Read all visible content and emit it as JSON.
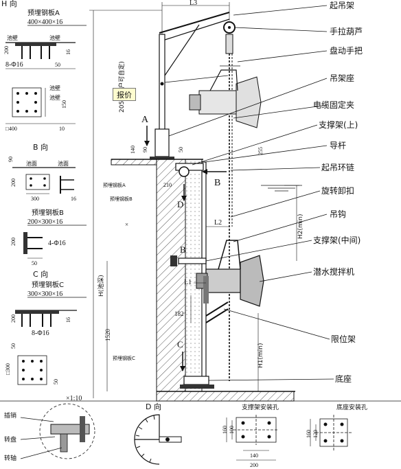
{
  "page_corner": "H 向",
  "button": {
    "price": "报价"
  },
  "component_labels": {
    "crane_frame": "起吊架",
    "hand_hoist": "手拉葫芦",
    "hand_wheel": "盘动手把",
    "crane_base": "吊架座",
    "cable_clamp": "电缆固定夹",
    "support_upper": "支撑架(上)",
    "guide_rod": "导杆",
    "lifting_chain": "起吊环链",
    "swivel_shackle": "旋转卸扣",
    "hook": "吊钩",
    "support_middle": "支撑架(中间)",
    "submersible_mixer": "潜水搅拌机",
    "limit_frame": "限位架",
    "base": "底座"
  },
  "left_details": {
    "plate_a_title": "预埋钢板A",
    "plate_a_size": "400×400×16",
    "plate_a_bolts": "8-Φ16",
    "plate_b_title": "预埋钢板B",
    "plate_b_size": "200×300×16",
    "plate_b_bolts": "4-Φ16",
    "plate_c_title": "预埋钢板C",
    "plate_c_size": "300×300×16",
    "plate_c_bolts": "8-Φ16",
    "view_b": "B 向",
    "view_c": "C 向",
    "pool_wall": "池壁",
    "pool_surface": "池面",
    "dims": {
      "d200": "200",
      "d16": "16",
      "d50": "50",
      "d400": "□400",
      "d10": "10",
      "d90": "90",
      "d300": "300",
      "d150": "150",
      "d300b": "□300"
    }
  },
  "main_dims": {
    "L3": "L3",
    "L2": "L2",
    "L1": "L1",
    "h_user": "2050(用户可自定)",
    "h_pool": "H(池深)",
    "h1": "H1(min)",
    "h2": "H2(min)",
    "d1520": "1520",
    "d182": "182",
    "d140": "140",
    "d90": "90",
    "d50": "50",
    "d210": "210",
    "d255": "255",
    "x_mark": "×"
  },
  "main_markers": {
    "A": "A",
    "B": "B",
    "B2": "B",
    "C": "C",
    "D": "D",
    "plate_a": "预埋钢板A",
    "plate_b": "预埋钢板B",
    "plate_c": "预埋钢板C"
  },
  "bottom": {
    "scale": "×1:10",
    "pin": "插销",
    "turntable": "转盘",
    "shaft": "转轴",
    "view_d": "D 向",
    "support_holes": "支撑架安装孔",
    "base_holes": "底座安装孔",
    "d160": "160",
    "d100": "100",
    "d140": "140",
    "d200": "200",
    "d160b": "160",
    "d120": "120"
  }
}
